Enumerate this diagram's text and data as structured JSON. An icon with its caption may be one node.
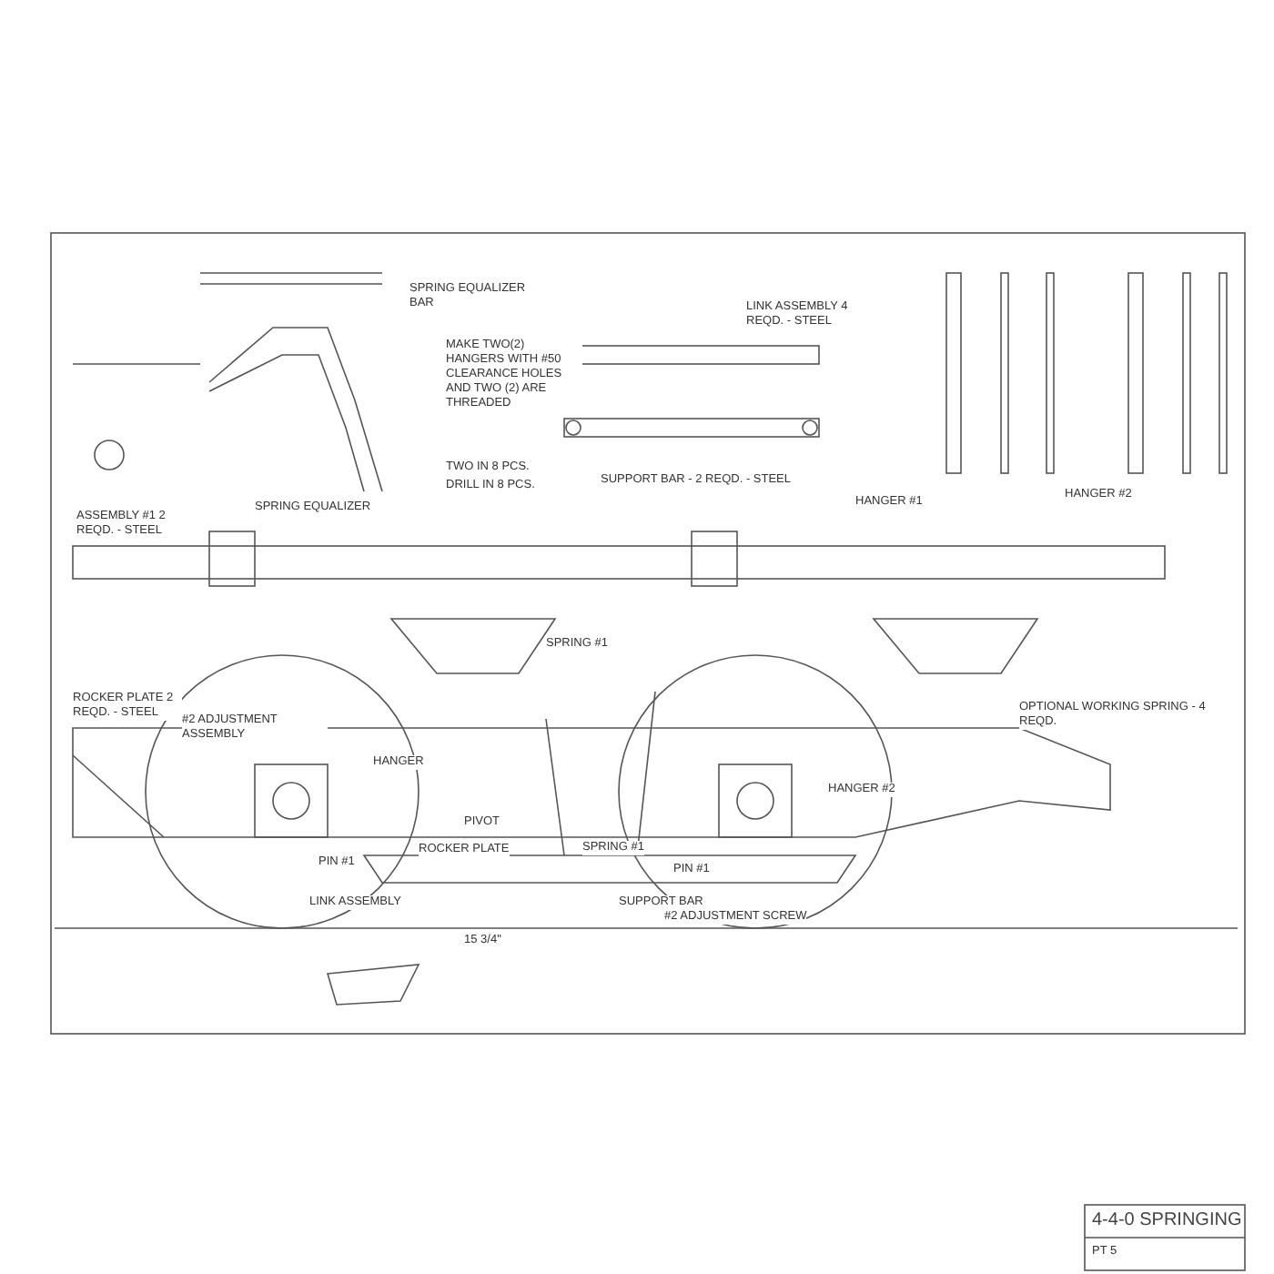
{
  "diagram": {
    "title": "4-4-0 SPRINGING",
    "labels": [
      "SPRING EQUALIZER BAR",
      "MAKE TWO(2) HANGERS WITH #50 CLEARANCE HOLES AND TWO (2) ARE THREADED",
      "TWO IN 8 PCS.",
      "DRILL IN 8 PCS.",
      "SPRING EQUALIZER",
      "LINK ASSEMBLY 4 REQD. - STEEL",
      "SUPPORT BAR - 2 REQD. - STEEL",
      "HANGER #1",
      "HANGER #2",
      "ASSEMBLY #1 2 REQD. - STEEL",
      "ROCKER PLATE 2 REQD. - STEEL",
      "SPRING #1",
      "OPTIONAL WORKING SPRING - 4 REQD.",
      "#2 ADJUSTMENT ASSEMBLY",
      "HANGER",
      "HANGER #2",
      "PIVOT",
      "ROCKER PLATE",
      "SPRING #1",
      "PIN #1",
      "LINK ASSEMBLY",
      "SUPPORT BAR",
      "PIN #1",
      "#2 ADJUSTMENT SCREW",
      "15 3/4\"",
      "PT 5"
    ]
  }
}
